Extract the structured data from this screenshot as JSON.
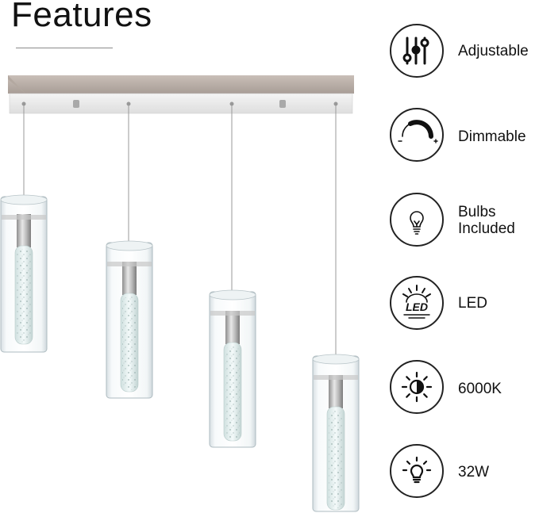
{
  "title": "Features",
  "features": [
    {
      "label": "Adjustable",
      "icon": "sliders-icon"
    },
    {
      "label": "Dimmable",
      "icon": "dimmer-arc-icon"
    },
    {
      "label": "Bulbs",
      "label2": "Included",
      "icon": "light-bulb-icon"
    },
    {
      "label": "LED",
      "icon": "led-icon"
    },
    {
      "label": "6000K",
      "icon": "sun-half-icon"
    },
    {
      "label": "32W",
      "icon": "bright-bulb-icon"
    }
  ]
}
